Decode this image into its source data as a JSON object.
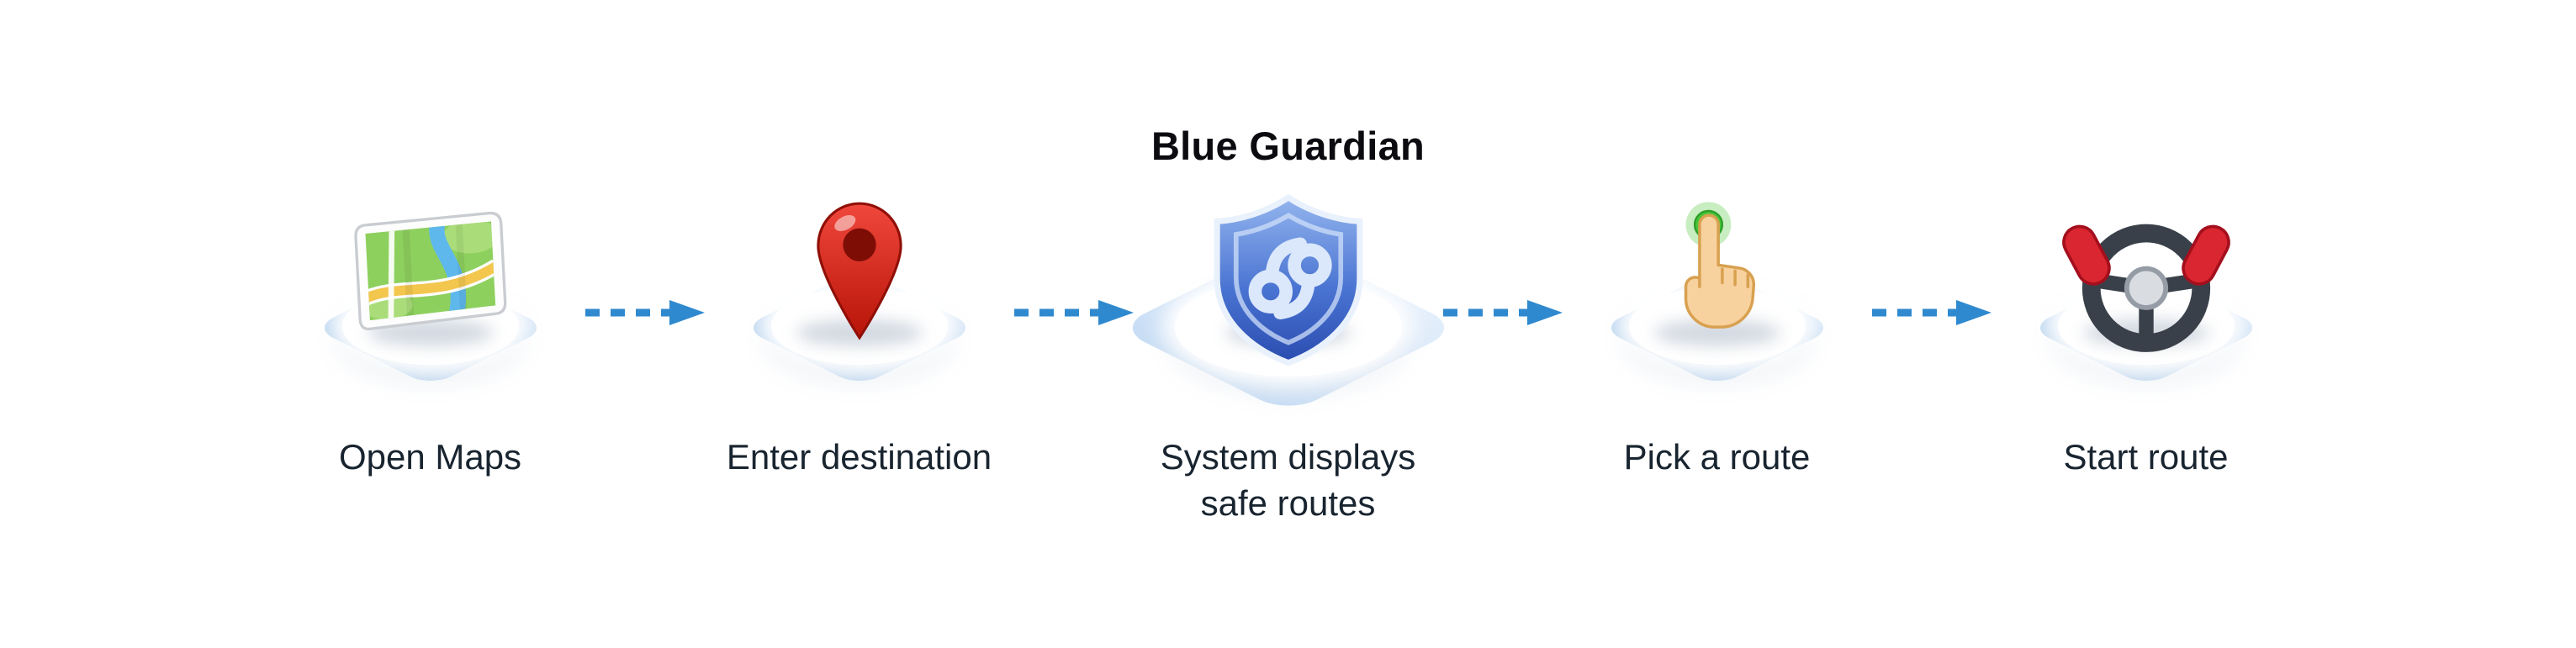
{
  "diagram": {
    "title": "Blue Guardian",
    "steps": [
      {
        "id": "open-maps",
        "label": "Open Maps",
        "icon": "maps-app-icon",
        "highlighted": false
      },
      {
        "id": "enter-destination",
        "label": "Enter destination",
        "icon": "location-pin-icon",
        "highlighted": false
      },
      {
        "id": "safe-routes",
        "label": "System displays\nsafe routes",
        "icon": "blue-guardian-shield-icon",
        "highlighted": true
      },
      {
        "id": "pick-a-route",
        "label": "Pick a route",
        "icon": "tap-finger-icon",
        "highlighted": false
      },
      {
        "id": "start-route",
        "label": "Start route",
        "icon": "steering-wheel-icon",
        "highlighted": false
      }
    ],
    "connector": {
      "style": "dashed-arrow",
      "color": "#2f89cf"
    },
    "colors": {
      "platform": "#b9d5f1",
      "platform_highlight": "#d9e8f8",
      "label_text": "#18242f",
      "title_text": "#0b0b10",
      "background": "#ffffff"
    }
  }
}
